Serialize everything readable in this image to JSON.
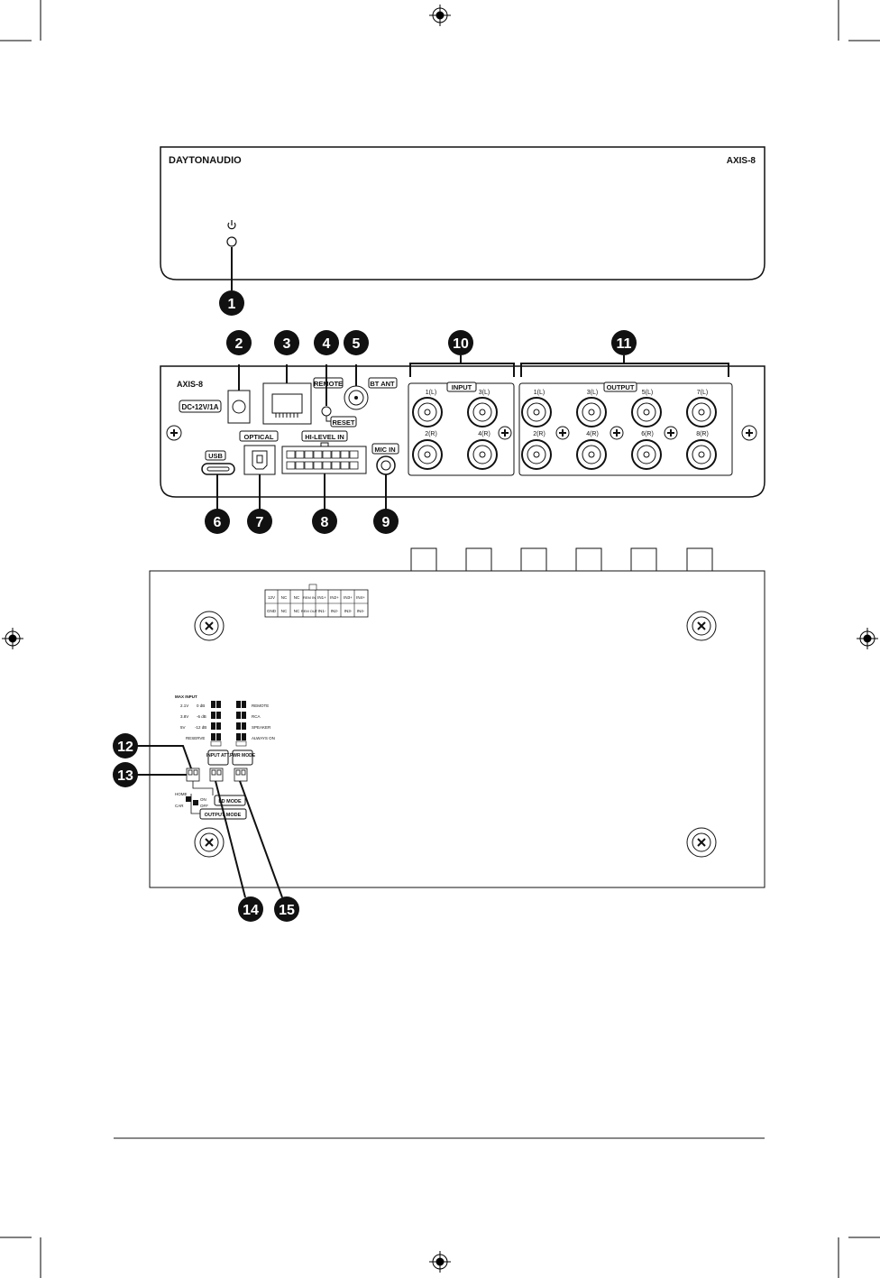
{
  "front_panel": {
    "brand": "DAYTONAUDIO",
    "model": "AXIS-8",
    "power_symbol": "power-icon"
  },
  "rear_panel": {
    "model": "AXIS-8",
    "dc_label": "DC•12V/1A",
    "remote_label": "REMOTE",
    "reset_label": "RESET",
    "bt_ant_label": "BT ANT",
    "usb_label": "USB",
    "optical_label": "OPTICAL",
    "hi_level_label": "HI-LEVEL IN",
    "mic_in_label": "MIC IN",
    "input_label": "INPUT",
    "output_label": "OUTPUT",
    "input_channels": [
      "1(L)",
      "3(L)",
      "2(R)",
      "4(R)"
    ],
    "output_channels": [
      "1(L)",
      "3(L)",
      "5(L)",
      "7(L)",
      "2(R)",
      "4(R)",
      "6(R)",
      "8(R)"
    ]
  },
  "callouts": [
    "1",
    "2",
    "3",
    "4",
    "5",
    "6",
    "7",
    "8",
    "9",
    "10",
    "11",
    "12",
    "13",
    "14",
    "15"
  ],
  "board": {
    "connector_top": [
      "12V",
      "NC",
      "NC",
      "REM IN",
      "IN1+",
      "IN2+",
      "IN3+",
      "IN4+"
    ],
    "connector_bottom": [
      "GND",
      "NC",
      "NC",
      "REM OUT",
      "IN1-",
      "IN2-",
      "IN3-",
      "IN4-"
    ],
    "max_input_title": "MAX INPUT",
    "max_input_rows": [
      {
        "v": "2.1V",
        "db": "0 dB"
      },
      {
        "v": "3.8V",
        "db": "-6 dB"
      },
      {
        "v": "5V",
        "db": "-12 dB"
      },
      {
        "v": "RESERVE",
        "db": ""
      }
    ],
    "pwr_mode_rows": [
      "REMOTE",
      "RCA",
      "SPEAKER",
      "ALWAYS ON"
    ],
    "input_att_label": "INPUT ATT.",
    "pwr_mode_label": "PWR MODE",
    "home_label": "HOME",
    "car_label": "CAR",
    "on_label": "ON",
    "off_label": "OFF",
    "ld_mode_label": "LD MODE",
    "output_mode_label": "OUTPUT MODE"
  }
}
